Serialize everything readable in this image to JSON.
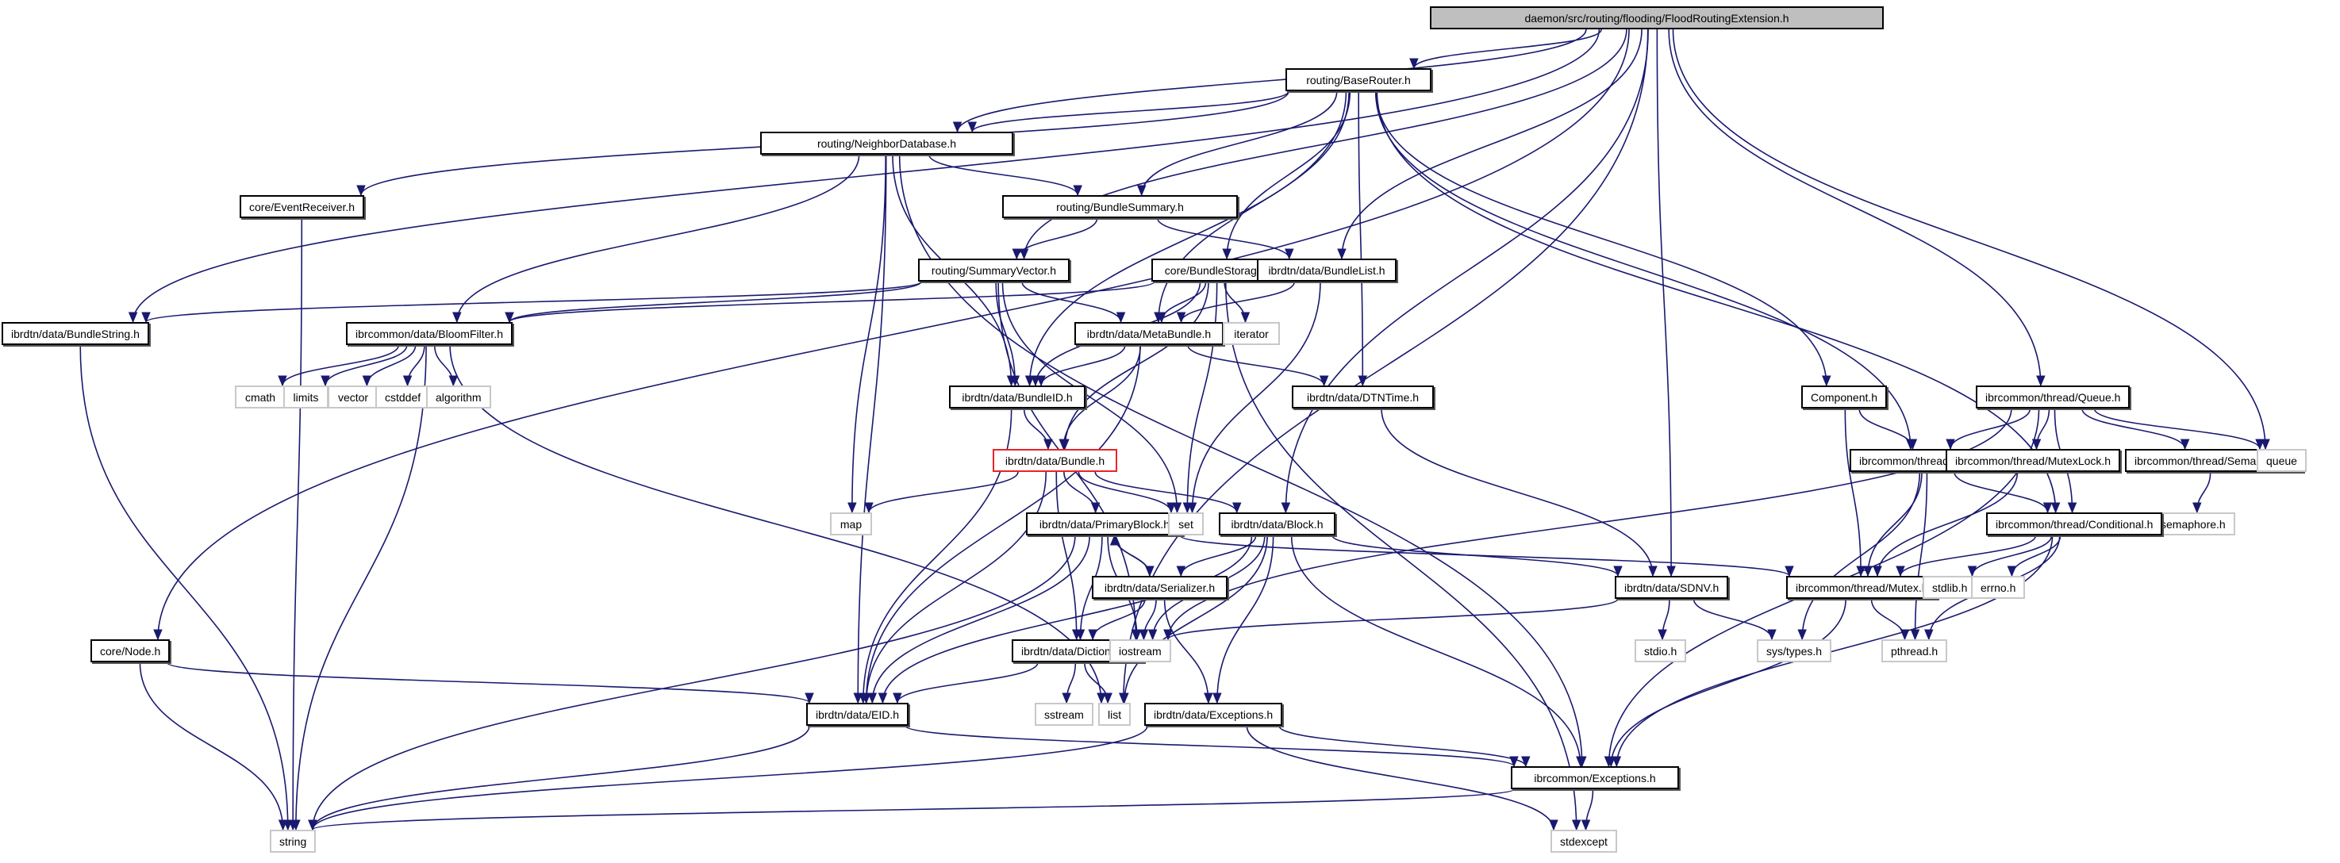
{
  "title": "daemon/src/routing/flooding/FloodRoutingExtension.h",
  "colors": {
    "edge": "#191970",
    "root_fill": "#bfbfbf",
    "highlight_border": "#e8242a",
    "system_border": "#c8c8c8"
  },
  "nodes": [
    {
      "id": "root",
      "label": "daemon/src/routing/flooding/FloodRoutingExtension.h",
      "kind": "root"
    },
    {
      "id": "baserouter",
      "label": "routing/BaseRouter.h",
      "kind": "local"
    },
    {
      "id": "neighbordb",
      "label": "routing/NeighborDatabase.h",
      "kind": "local"
    },
    {
      "id": "eventreceiver",
      "label": "core/EventReceiver.h",
      "kind": "local"
    },
    {
      "id": "bundlesummary",
      "label": "routing/BundleSummary.h",
      "kind": "local"
    },
    {
      "id": "summaryvector",
      "label": "routing/SummaryVector.h",
      "kind": "local"
    },
    {
      "id": "bundlestorage",
      "label": "core/BundleStorage.h",
      "kind": "local"
    },
    {
      "id": "bundlelist",
      "label": "ibrdtn/data/BundleList.h",
      "kind": "local"
    },
    {
      "id": "bundlestring",
      "label": "ibrdtn/data/BundleString.h",
      "kind": "local"
    },
    {
      "id": "bloomfilter",
      "label": "ibrcommon/data/BloomFilter.h",
      "kind": "local"
    },
    {
      "id": "metabundle",
      "label": "ibrdtn/data/MetaBundle.h",
      "kind": "local"
    },
    {
      "id": "iterator",
      "label": "iterator",
      "kind": "system"
    },
    {
      "id": "cmath",
      "label": "cmath",
      "kind": "system"
    },
    {
      "id": "limits",
      "label": "limits",
      "kind": "system"
    },
    {
      "id": "vector",
      "label": "vector",
      "kind": "system"
    },
    {
      "id": "cstddef",
      "label": "cstddef",
      "kind": "system"
    },
    {
      "id": "algorithm",
      "label": "algorithm",
      "kind": "system"
    },
    {
      "id": "bundleid",
      "label": "ibrdtn/data/BundleID.h",
      "kind": "local"
    },
    {
      "id": "dtntime",
      "label": "ibrdtn/data/DTNTime.h",
      "kind": "local"
    },
    {
      "id": "component",
      "label": "Component.h",
      "kind": "local"
    },
    {
      "id": "queue_h",
      "label": "ibrcommon/thread/Queue.h",
      "kind": "local"
    },
    {
      "id": "bundle",
      "label": "ibrdtn/data/Bundle.h",
      "kind": "highlight"
    },
    {
      "id": "thread",
      "label": "ibrcommon/thread/Thread.h",
      "kind": "local"
    },
    {
      "id": "mutexlock",
      "label": "ibrcommon/thread/MutexLock.h",
      "kind": "local"
    },
    {
      "id": "semaphore",
      "label": "ibrcommon/thread/Semaphore.h",
      "kind": "local"
    },
    {
      "id": "queue",
      "label": "queue",
      "kind": "system"
    },
    {
      "id": "semaphore_h",
      "label": "semaphore.h",
      "kind": "system"
    },
    {
      "id": "map",
      "label": "map",
      "kind": "system"
    },
    {
      "id": "primaryblock",
      "label": "ibrdtn/data/PrimaryBlock.h",
      "kind": "local"
    },
    {
      "id": "set",
      "label": "set",
      "kind": "system"
    },
    {
      "id": "block",
      "label": "ibrdtn/data/Block.h",
      "kind": "local"
    },
    {
      "id": "conditional",
      "label": "ibrcommon/thread/Conditional.h",
      "kind": "local"
    },
    {
      "id": "serializer",
      "label": "ibrdtn/data/Serializer.h",
      "kind": "local"
    },
    {
      "id": "sdnv",
      "label": "ibrdtn/data/SDNV.h",
      "kind": "local"
    },
    {
      "id": "mutex",
      "label": "ibrcommon/thread/Mutex.h",
      "kind": "local"
    },
    {
      "id": "stdlib",
      "label": "stdlib.h",
      "kind": "system"
    },
    {
      "id": "errno",
      "label": "errno.h",
      "kind": "system"
    },
    {
      "id": "corenode",
      "label": "core/Node.h",
      "kind": "local"
    },
    {
      "id": "dictionary",
      "label": "ibrdtn/data/Dictionary.h",
      "kind": "local"
    },
    {
      "id": "iostream",
      "label": "iostream",
      "kind": "system"
    },
    {
      "id": "stdio",
      "label": "stdio.h",
      "kind": "system"
    },
    {
      "id": "systypes",
      "label": "sys/types.h",
      "kind": "system"
    },
    {
      "id": "pthread",
      "label": "pthread.h",
      "kind": "system"
    },
    {
      "id": "eid",
      "label": "ibrdtn/data/EID.h",
      "kind": "local"
    },
    {
      "id": "sstream",
      "label": "sstream",
      "kind": "system"
    },
    {
      "id": "list",
      "label": "list",
      "kind": "system"
    },
    {
      "id": "dataexceptions",
      "label": "ibrdtn/data/Exceptions.h",
      "kind": "local"
    },
    {
      "id": "commonexceptions",
      "label": "ibrcommon/Exceptions.h",
      "kind": "local"
    },
    {
      "id": "string",
      "label": "string",
      "kind": "system"
    },
    {
      "id": "stdexcept",
      "label": "stdexcept",
      "kind": "system"
    }
  ],
  "edges": [
    [
      "root",
      "baserouter"
    ],
    [
      "root",
      "neighbordb"
    ],
    [
      "root",
      "bundlestring"
    ],
    [
      "root",
      "corenode"
    ],
    [
      "root",
      "summaryvector"
    ],
    [
      "root",
      "bundlelist"
    ],
    [
      "root",
      "block"
    ],
    [
      "root",
      "sdnv"
    ],
    [
      "root",
      "list"
    ],
    [
      "root",
      "queue_h"
    ],
    [
      "root",
      "queue"
    ],
    [
      "baserouter",
      "neighbordb"
    ],
    [
      "baserouter",
      "eventreceiver"
    ],
    [
      "baserouter",
      "bundlesummary"
    ],
    [
      "baserouter",
      "bundlestorage"
    ],
    [
      "baserouter",
      "metabundle"
    ],
    [
      "baserouter",
      "bundleid"
    ],
    [
      "baserouter",
      "dtntime"
    ],
    [
      "baserouter",
      "component"
    ],
    [
      "baserouter",
      "thread"
    ],
    [
      "baserouter",
      "conditional"
    ],
    [
      "neighbordb",
      "bundlesummary"
    ],
    [
      "neighbordb",
      "bloomfilter"
    ],
    [
      "neighbordb",
      "bundleid"
    ],
    [
      "neighbordb",
      "map"
    ],
    [
      "neighbordb",
      "eid"
    ],
    [
      "neighbordb",
      "commonexceptions"
    ],
    [
      "eventreceiver",
      "string"
    ],
    [
      "bundlesummary",
      "summaryvector"
    ],
    [
      "bundlesummary",
      "bundlelist"
    ],
    [
      "summaryvector",
      "bundlestring"
    ],
    [
      "summaryvector",
      "bloomfilter"
    ],
    [
      "summaryvector",
      "metabundle"
    ],
    [
      "summaryvector",
      "bundleid"
    ],
    [
      "summaryvector",
      "set"
    ],
    [
      "summaryvector",
      "iostream"
    ],
    [
      "bundlestorage",
      "bloomfilter"
    ],
    [
      "bundlestorage",
      "metabundle"
    ],
    [
      "bundlestorage",
      "bundleid"
    ],
    [
      "bundlestorage",
      "iterator"
    ],
    [
      "bundlestorage",
      "bundle"
    ],
    [
      "bundlestorage",
      "set"
    ],
    [
      "bundlestorage",
      "stdexcept"
    ],
    [
      "bundlelist",
      "metabundle"
    ],
    [
      "bundlelist",
      "set"
    ],
    [
      "bundlestring",
      "string"
    ],
    [
      "bloomfilter",
      "cmath"
    ],
    [
      "bloomfilter",
      "limits"
    ],
    [
      "bloomfilter",
      "vector"
    ],
    [
      "bloomfilter",
      "cstddef"
    ],
    [
      "bloomfilter",
      "algorithm"
    ],
    [
      "bloomfilter",
      "string"
    ],
    [
      "bloomfilter",
      "list"
    ],
    [
      "metabundle",
      "bundleid"
    ],
    [
      "metabundle",
      "dtntime"
    ],
    [
      "metabundle",
      "bundle"
    ],
    [
      "metabundle",
      "eid"
    ],
    [
      "bundleid",
      "bundle"
    ],
    [
      "bundleid",
      "eid"
    ],
    [
      "dtntime",
      "sdnv"
    ],
    [
      "component",
      "thread"
    ],
    [
      "component",
      "mutex"
    ],
    [
      "queue_h",
      "thread"
    ],
    [
      "queue_h",
      "mutexlock"
    ],
    [
      "queue_h",
      "semaphore"
    ],
    [
      "queue_h",
      "queue"
    ],
    [
      "queue_h",
      "conditional"
    ],
    [
      "queue_h",
      "commonexceptions"
    ],
    [
      "queue_h",
      "iostream"
    ],
    [
      "semaphore",
      "semaphore_h"
    ],
    [
      "thread",
      "conditional"
    ],
    [
      "thread",
      "mutex"
    ],
    [
      "thread",
      "systypes"
    ],
    [
      "thread",
      "pthread"
    ],
    [
      "mutexlock",
      "mutex"
    ],
    [
      "bundle",
      "map"
    ],
    [
      "bundle",
      "primaryblock"
    ],
    [
      "bundle",
      "set"
    ],
    [
      "bundle",
      "block"
    ],
    [
      "bundle",
      "eid"
    ],
    [
      "bundle",
      "dictionary"
    ],
    [
      "primaryblock",
      "serializer"
    ],
    [
      "primaryblock",
      "dictionary"
    ],
    [
      "primaryblock",
      "eid"
    ],
    [
      "primaryblock",
      "iostream"
    ],
    [
      "primaryblock",
      "mutex"
    ],
    [
      "primaryblock",
      "string"
    ],
    [
      "serializer",
      "primaryblock"
    ],
    [
      "serializer",
      "dictionary"
    ],
    [
      "serializer",
      "iostream"
    ],
    [
      "serializer",
      "dataexceptions"
    ],
    [
      "block",
      "serializer"
    ],
    [
      "block",
      "sdnv"
    ],
    [
      "block",
      "eid"
    ],
    [
      "block",
      "list"
    ],
    [
      "block",
      "iostream"
    ],
    [
      "block",
      "dataexceptions"
    ],
    [
      "block",
      "commonexceptions"
    ],
    [
      "conditional",
      "mutex"
    ],
    [
      "conditional",
      "stdlib"
    ],
    [
      "conditional",
      "errno"
    ],
    [
      "conditional",
      "pthread"
    ],
    [
      "conditional",
      "commonexceptions"
    ],
    [
      "sdnv",
      "stdio"
    ],
    [
      "sdnv",
      "systypes"
    ],
    [
      "sdnv",
      "iostream"
    ],
    [
      "mutex",
      "pthread"
    ],
    [
      "mutex",
      "commonexceptions"
    ],
    [
      "corenode",
      "eid"
    ],
    [
      "corenode",
      "string"
    ],
    [
      "dictionary",
      "eid"
    ],
    [
      "dictionary",
      "sstream"
    ],
    [
      "dictionary",
      "list"
    ],
    [
      "eid",
      "string"
    ],
    [
      "eid",
      "commonexceptions"
    ],
    [
      "dataexceptions",
      "commonexceptions"
    ],
    [
      "dataexceptions",
      "string"
    ],
    [
      "dataexceptions",
      "stdexcept"
    ],
    [
      "commonexceptions",
      "string"
    ],
    [
      "commonexceptions",
      "stdexcept"
    ]
  ]
}
